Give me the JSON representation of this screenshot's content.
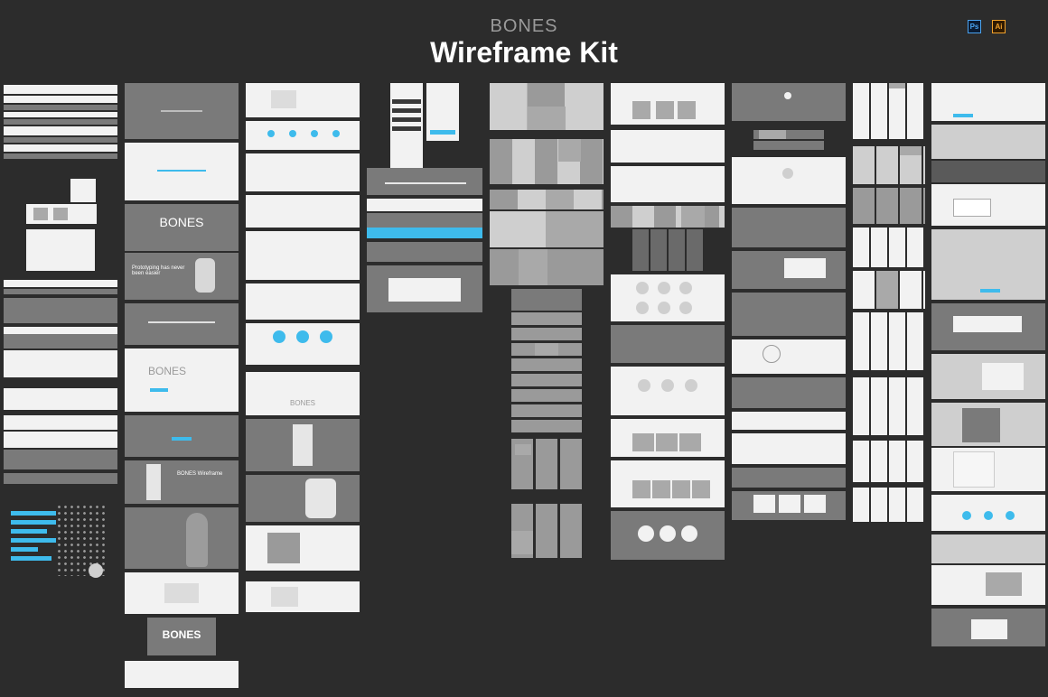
{
  "header": {
    "subtitle": "BONES",
    "title": "Wireframe Kit"
  },
  "app_badges": {
    "ps": "Ps",
    "ai": "Ai"
  },
  "logo_text": "BONES",
  "thumbnails": {
    "headline_1": "Prototyping has never been easier",
    "headline_2": "BONES Wireframe"
  },
  "colors": {
    "background": "#2c2c2c",
    "accent": "#3ebbec",
    "panel_gray": "#7a7a7a",
    "panel_white": "#f2f2f2"
  }
}
